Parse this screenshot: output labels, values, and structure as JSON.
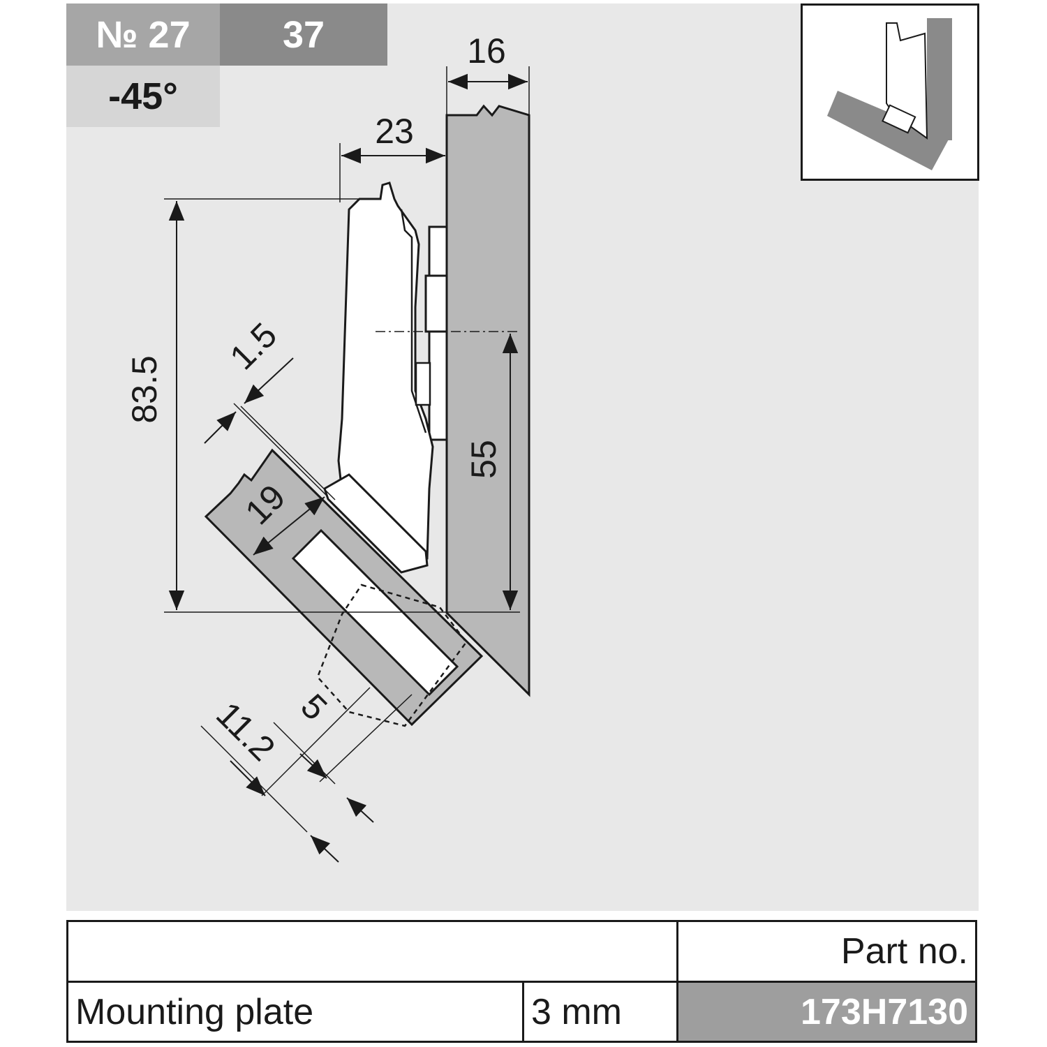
{
  "badges": {
    "number": "№ 27",
    "value": "37",
    "angle": "-45°"
  },
  "dimensions": {
    "d16": "16",
    "d23": "23",
    "d83_5": "83.5",
    "d55": "55",
    "d1_5": "1.5",
    "d19": "19",
    "d5": "5",
    "d11_2": "11.2"
  },
  "table": {
    "header_part": "Part no.",
    "rows": [
      {
        "description": "Mounting plate",
        "size": "3 mm",
        "part_no": "173H7130"
      }
    ]
  },
  "colors": {
    "panel": "#e8e8e8",
    "part_fill": "#b8b8b8",
    "badge_dark": "#8a8a8a",
    "badge_mid": "#a6a6a6",
    "badge_light": "#d6d6d6",
    "part_no_bg": "#9e9e9e"
  }
}
